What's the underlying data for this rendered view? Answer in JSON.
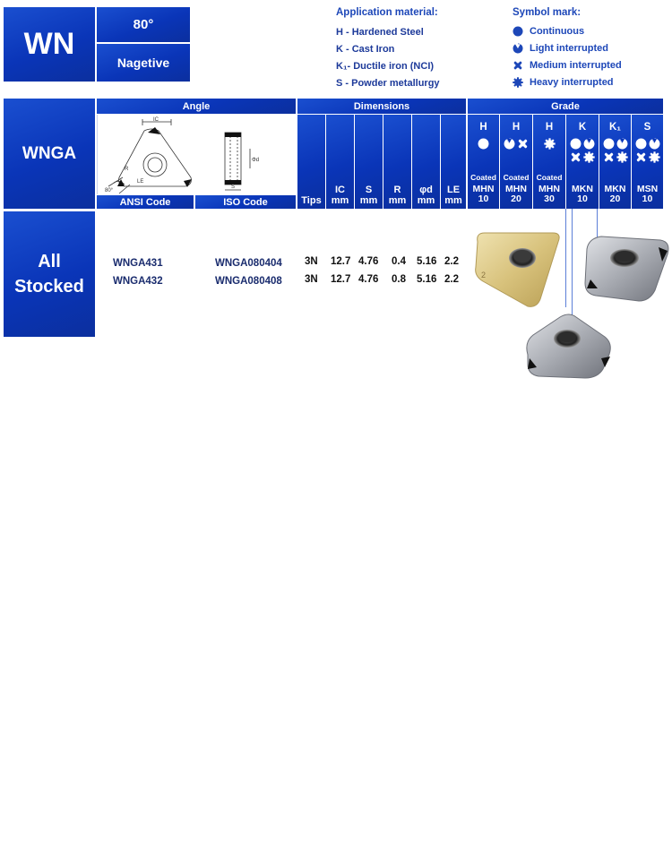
{
  "header": {
    "series": "WN",
    "angle": "80°",
    "type": "Nagetive"
  },
  "application": {
    "title": "Application material:",
    "items": [
      "H - Hardened Steel",
      "K - Cast Iron",
      "K₁- Ductile iron (NCI)",
      "S - Powder metallurgy"
    ]
  },
  "symbols": {
    "title": "Symbol  mark:",
    "items": [
      {
        "label": "Continuous",
        "icon": "continuous-icon"
      },
      {
        "label": "Light interrupted",
        "icon": "light-interrupted-icon"
      },
      {
        "label": "Medium interrupted",
        "icon": "medium-interrupted-icon"
      },
      {
        "label": "Heavy interrupted",
        "icon": "heavy-interrupted-icon"
      }
    ]
  },
  "table": {
    "model": "WNGA",
    "stock": [
      "All",
      "Stocked"
    ],
    "angle_header": "Angle",
    "dimensions_header": "Dimensions",
    "grade_header": "Grade",
    "ansi_header": "ANSI Code",
    "iso_header": "ISO Code",
    "diagram_labels": {
      "ic": "IC",
      "r": "R",
      "le": "LE",
      "angle": "80°",
      "d1": "Φd",
      "s": "S"
    },
    "dim_columns": [
      {
        "name": "Tips",
        "unit": ""
      },
      {
        "name": "IC",
        "unit": "mm"
      },
      {
        "name": "S",
        "unit": "mm"
      },
      {
        "name": "R",
        "unit": "mm"
      },
      {
        "name": "φd",
        "unit": "mm"
      },
      {
        "name": "LE",
        "unit": "mm"
      }
    ],
    "grades": [
      {
        "material": "H",
        "coated": "",
        "code": "MHN",
        "num": "10"
      },
      {
        "material": "H",
        "coated": "Coated",
        "code": "MHN",
        "num": "20"
      },
      {
        "material": "H",
        "coated": "Coated",
        "code": "MHN",
        "num": "30"
      },
      {
        "material": "K",
        "coated": "",
        "code": "MKN",
        "num": "10"
      },
      {
        "material": "K₁",
        "coated": "",
        "code": "MKN",
        "num": "20"
      },
      {
        "material": "S",
        "coated": "",
        "code": "MSN",
        "num": "10"
      }
    ],
    "coated_first": "Coated",
    "rows": [
      {
        "ansi": "WNGA431",
        "iso": "WNGA080404",
        "tips": "3N",
        "ic": "12.7",
        "s": "4.76",
        "r": "0.4",
        "d": "5.16",
        "le": "2.2"
      },
      {
        "ansi": "WNGA432",
        "iso": "WNGA080408",
        "tips": "3N",
        "ic": "12.7",
        "s": "4.76",
        "r": "0.8",
        "d": "5.16",
        "le": "2.2"
      }
    ]
  },
  "colors": {
    "brand_blue": "#0a35b8",
    "text_navy": "#1a2c6e",
    "symbol_blue": "#1d47b8",
    "insert_gold": "#d9c27a",
    "insert_silver": "#a8abb2"
  }
}
